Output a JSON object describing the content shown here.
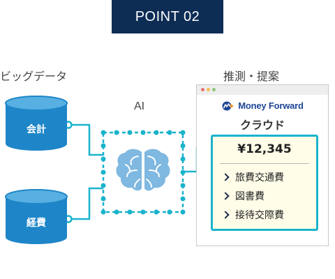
{
  "badge": {
    "text": "POINT 02"
  },
  "labels": {
    "big_data": "ビッグデータ",
    "ai": "AI",
    "prediction": "推測・提案"
  },
  "sources": [
    {
      "name": "会計"
    },
    {
      "name": "経費"
    }
  ],
  "window": {
    "brand": "Money Forward",
    "product": "クラウド"
  },
  "receipt": {
    "amount": "¥12,345",
    "items": [
      "旅費交通費",
      "図書費",
      "接待交際費"
    ]
  },
  "colors": {
    "badge_bg": "#0d2d55",
    "accent_teal": "#1ab3cc",
    "database_blue": "#1e86c8",
    "database_top": "#58b0e2",
    "brain": "#7fb8e0",
    "brand_blue": "#1d4694",
    "receipt_bg": "#fffde8"
  },
  "icons": {
    "brain": "brain-icon",
    "brand": "money-forward-logo",
    "item_marker": "chevron-right-icon"
  }
}
